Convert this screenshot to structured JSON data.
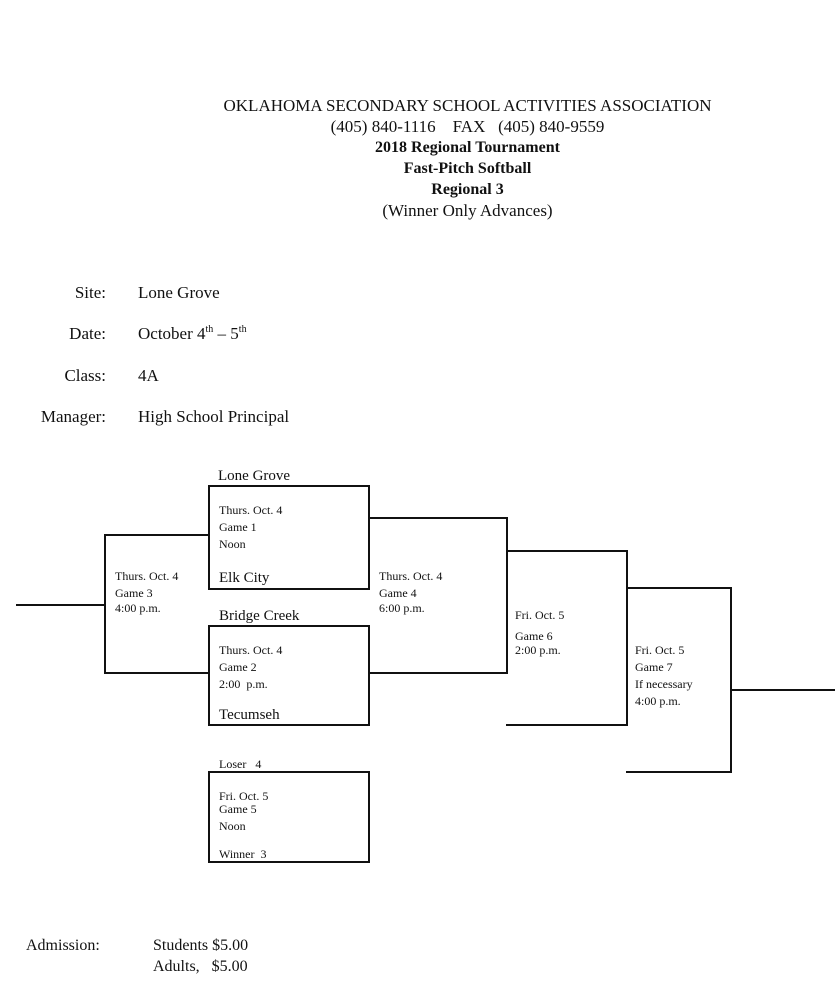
{
  "header": {
    "org": "OKLAHOMA SECONDARY SCHOOL ACTIVITIES ASSOCIATION",
    "phone": "(405) 840-1116    FAX   (405) 840-9559",
    "tournament": "2018 Regional Tournament",
    "sport": "Fast-Pitch Softball",
    "regional": "Regional 3",
    "note": "(Winner Only Advances)"
  },
  "info": {
    "site_label": "Site:",
    "site_value": "Lone Grove",
    "date_label": "Date:",
    "date_month": "October 4",
    "date_sup1": "th",
    "date_sep": " – 5",
    "date_sup2": "th",
    "class_label": "Class:",
    "class_value": "4A",
    "manager_label": "Manager:",
    "manager_value": "High School Principal"
  },
  "bracket": {
    "teams": {
      "lone_grove": "Lone Grove",
      "elk_city": "Elk City",
      "bridge_creek": "Bridge Creek",
      "tecumseh": "Tecumseh",
      "loser4": "Loser   4",
      "winner3": "Winner  3"
    },
    "games": {
      "g1": [
        "Thurs. Oct. 4",
        "Game 1",
        "Noon"
      ],
      "g2": [
        "Thurs. Oct. 4",
        "Game 2",
        "2:00  p.m."
      ],
      "g3": [
        "Thurs. Oct. 4",
        "Game 3",
        "4:00 p.m."
      ],
      "g4": [
        "Thurs. Oct. 4",
        "Game 4",
        "6:00 p.m."
      ],
      "g5": [
        "Fri. Oct. 5",
        "Game 5",
        "Noon"
      ],
      "g6": [
        "Fri. Oct. 5",
        "Game 6",
        "2:00 p.m."
      ],
      "g7": [
        "Fri. Oct. 5",
        "Game 7",
        "If necessary",
        "4:00 p.m."
      ]
    }
  },
  "admission": {
    "label": "Admission:",
    "students": "Students $5.00",
    "adults": "Adults,   $5.00"
  }
}
